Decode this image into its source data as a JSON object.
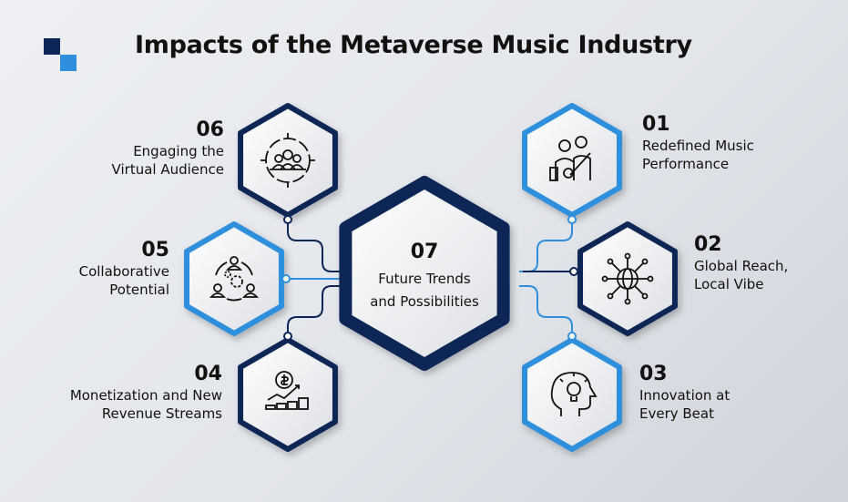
{
  "title": "Impacts of the Metaverse Music Industry",
  "colors": {
    "navy": "#0d2657",
    "blue": "#2f8fdc",
    "fill": "#f4f5f7"
  },
  "center": {
    "number": "07",
    "label_line1": "Future Trends",
    "label_line2": "and Possibilities"
  },
  "items": [
    {
      "number": "01",
      "line1": "Redefined Music",
      "line2": "Performance",
      "icon": "band-musicians-icon"
    },
    {
      "number": "02",
      "line1": "Global Reach,",
      "line2": "Local Vibe",
      "icon": "globe-network-icon"
    },
    {
      "number": "03",
      "line1": "Innovation at",
      "line2": "Every Beat",
      "icon": "head-lightbulb-icon"
    },
    {
      "number": "04",
      "line1": "Monetization and New",
      "line2": "Revenue Streams",
      "icon": "money-growth-icon"
    },
    {
      "number": "05",
      "line1": "Collaborative",
      "line2": "Potential",
      "icon": "team-collaboration-icon"
    },
    {
      "number": "06",
      "line1": "Engaging the",
      "line2": "Virtual Audience",
      "icon": "audience-target-icon"
    }
  ]
}
